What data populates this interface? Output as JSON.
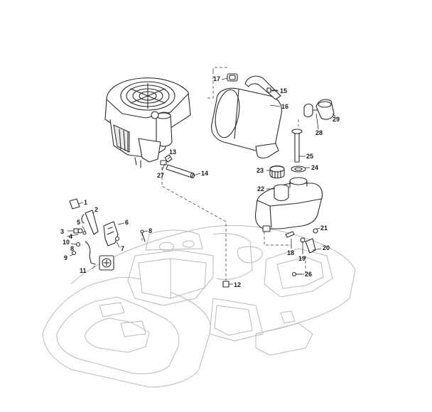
{
  "callouts": [
    {
      "label": "1"
    },
    {
      "label": "2"
    },
    {
      "label": "3"
    },
    {
      "label": "4"
    },
    {
      "label": "5"
    },
    {
      "label": "6"
    },
    {
      "label": "7"
    },
    {
      "label": "8"
    },
    {
      "label": "8"
    },
    {
      "label": "9"
    },
    {
      "label": "10"
    },
    {
      "label": "11"
    },
    {
      "label": "12"
    },
    {
      "label": "13"
    },
    {
      "label": "14"
    },
    {
      "label": "15"
    },
    {
      "label": "16"
    },
    {
      "label": "17"
    },
    {
      "label": "18"
    },
    {
      "label": "19"
    },
    {
      "label": "20"
    },
    {
      "label": "21"
    },
    {
      "label": "22"
    },
    {
      "label": "23"
    },
    {
      "label": "24"
    },
    {
      "label": "25"
    },
    {
      "label": "26"
    },
    {
      "label": "27"
    },
    {
      "label": "28"
    },
    {
      "label": "29"
    }
  ],
  "colors": {
    "line": "#2a2a2a",
    "ghost": "#b9b9b9",
    "background": "#ffffff"
  }
}
